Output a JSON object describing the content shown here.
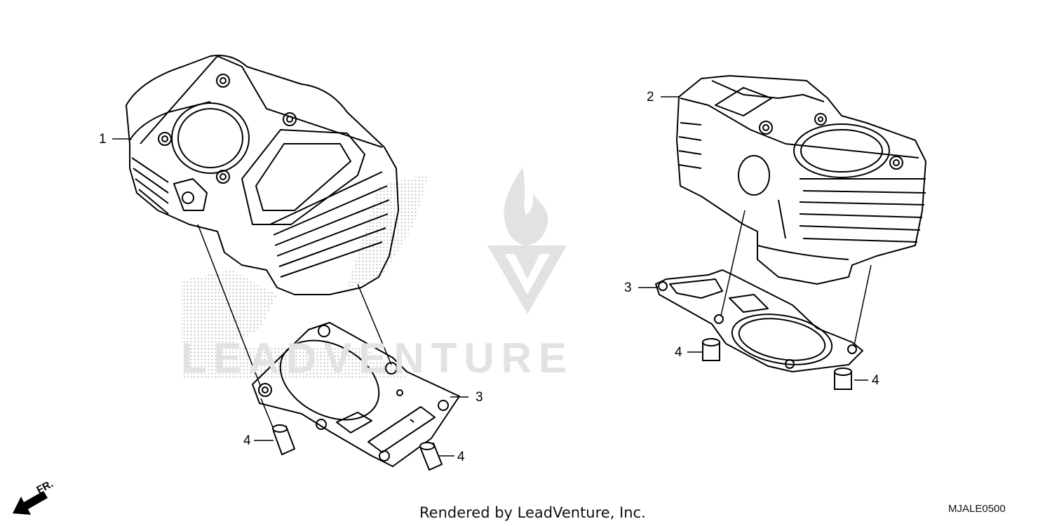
{
  "callouts": {
    "left_cylinder": "1",
    "right_cylinder": "2",
    "left_gasket": "3",
    "right_gasket": "3",
    "left_pin_a": "4",
    "left_pin_b": "4",
    "right_pin_a": "4",
    "right_pin_b": "4"
  },
  "footer": {
    "caption": "Rendered by LeadVenture, Inc.",
    "diagram_code": "MJALE0500"
  },
  "direction_indicator": {
    "label": "FR.",
    "icon": "front-arrow-icon"
  },
  "watermark": {
    "text": "LEADVENTURE",
    "icon": "leadventure-logo-icon"
  },
  "colors": {
    "line": "#000000",
    "watermark": "#e2e2e2",
    "halftone": "#b5b5b5"
  }
}
